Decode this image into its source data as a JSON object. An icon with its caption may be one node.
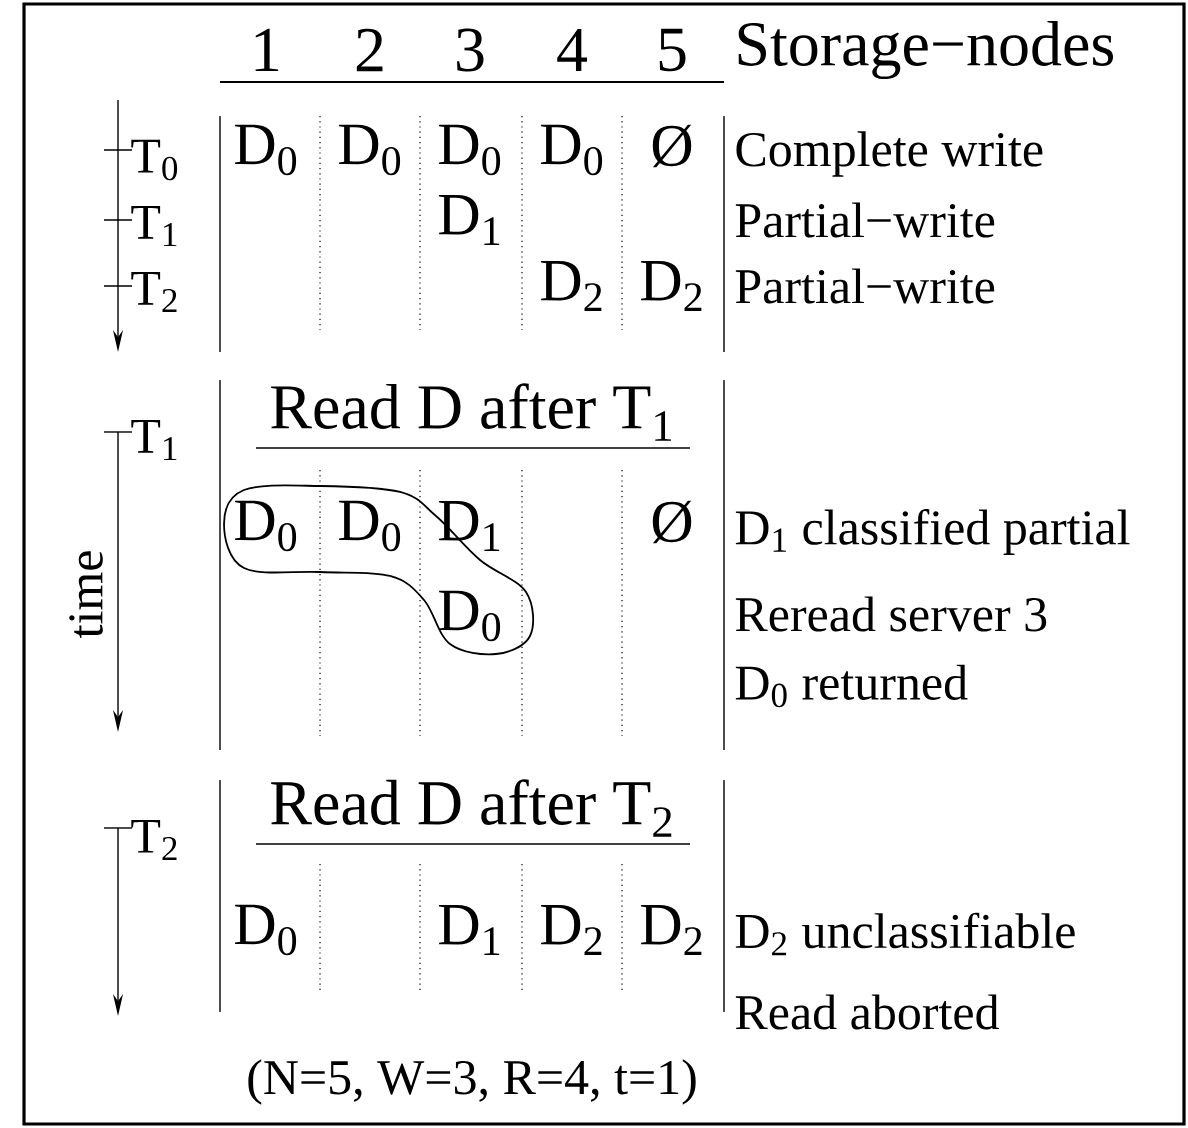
{
  "diagram": {
    "nodes": [
      {
        "text": [
          "D$_{0}$",
          "D$_{0}$",
          "D$_{1}$",
          "D$_{0}$"
        ]
      }
    ],
    "labels": [
      "1",
      "2",
      "3",
      "4",
      "5",
      "Storage−nodes",
      "T$_{0}$",
      "D$_{0}$",
      "D$_{0}$",
      "D$_{0}$",
      "D$_{0}$",
      "Ø",
      "Complete write",
      "T$_{1}$",
      "D$_{1}$",
      "Partial−write",
      "T$_{2}$",
      "D$_{2}$",
      "D$_{2}$",
      "Partial−write",
      "T$_{1}$",
      "Read D after  T$_{1}$",
      "time",
      "Ø",
      "D$_{1}$ classified partial",
      "Reread server 3",
      "D$_{0}$ returned",
      "T$_{2}$",
      "Read D after  T$_{2}$",
      "D$_{0}$",
      "D$_{1}$",
      "D$_{2}$",
      "D$_{2}$",
      "D$_{2}$ unclassifiable",
      "Read aborted",
      "(N=5, W=3, R=4, t=1)"
    ]
  }
}
